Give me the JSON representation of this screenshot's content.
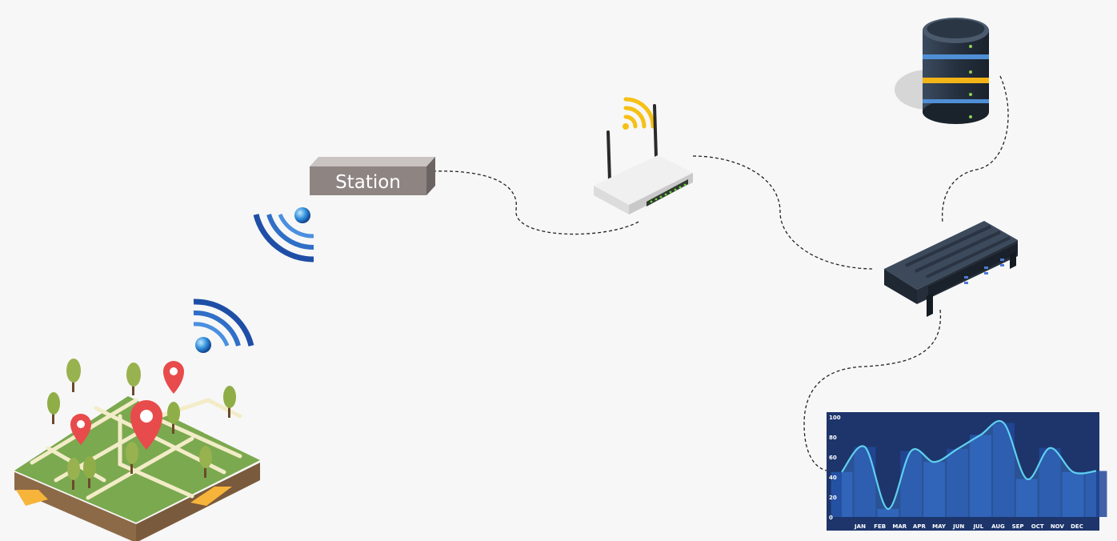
{
  "diagram": {
    "station_label": "Station",
    "nodes": [
      "map-field",
      "station",
      "wifi-router",
      "database",
      "rack-server",
      "chart-dashboard"
    ],
    "connections": [
      {
        "from": "station",
        "to": "wifi-router",
        "style": "dashed"
      },
      {
        "from": "wifi-router",
        "to": "rack-server",
        "style": "dashed"
      },
      {
        "from": "database",
        "to": "rack-server",
        "style": "dashed"
      },
      {
        "from": "rack-server",
        "to": "chart-dashboard",
        "style": "dashed"
      }
    ],
    "wireless_links": [
      {
        "from": "map-field",
        "to": "station"
      }
    ],
    "icons": [
      "map-pin-icon",
      "tree-icon",
      "wifi-signal-icon",
      "router-icon",
      "database-icon",
      "server-icon"
    ]
  },
  "colors": {
    "background": "#f7f7f7",
    "station_box": "#8e8583",
    "chart_background": "#1d356b",
    "chart_line": "#5fd0f0",
    "wifi_blue": "#2c6bbd",
    "wifi_yellow": "#f6c015",
    "pin_red": "#e84b4b",
    "grass": "#7ba94f"
  },
  "chart_data": {
    "type": "area",
    "categories": [
      "JAN",
      "FEB",
      "MAR",
      "APR",
      "MAY",
      "JUN",
      "JUL",
      "AUG",
      "SEP",
      "OCT",
      "NOV",
      "DEC"
    ],
    "values": [
      45,
      70,
      8,
      66,
      55,
      68,
      82,
      94,
      38,
      69,
      45,
      46
    ],
    "y_ticks": [
      "0",
      "20",
      "40",
      "60",
      "80",
      "100"
    ],
    "ylim": [
      0,
      100
    ],
    "grid": false,
    "legend": "none"
  }
}
